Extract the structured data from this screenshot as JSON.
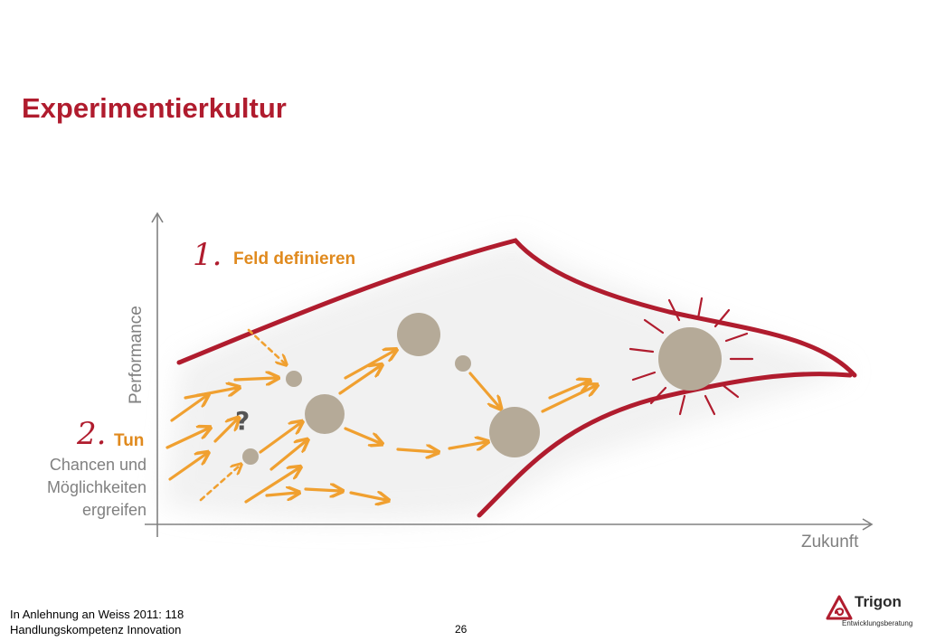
{
  "slide": {
    "title": "Experimentierkultur",
    "page_number": "26",
    "source_line_1": "In Anlehnung an Weiss 2011: 118",
    "source_line_2": "Handlungskompetenz Innovation"
  },
  "diagram": {
    "step1_number": "1.",
    "step1_label": "Feld definieren",
    "step2_number": "2.",
    "step2_label": "Tun",
    "step2_desc_1": "Chancen und",
    "step2_desc_2": "Möglichkeiten",
    "step2_desc_3": "ergreifen",
    "y_axis_label": "Performance",
    "x_axis_label": "Zukunft",
    "question_mark": "?"
  },
  "logo": {
    "name": "Trigon",
    "subtitle": "Entwicklungsberatung"
  },
  "colors": {
    "accent_red": "#b01c2e",
    "arrow_orange": "#f0a030",
    "circle_gray": "#b5aa98",
    "axis_gray": "#808080"
  }
}
